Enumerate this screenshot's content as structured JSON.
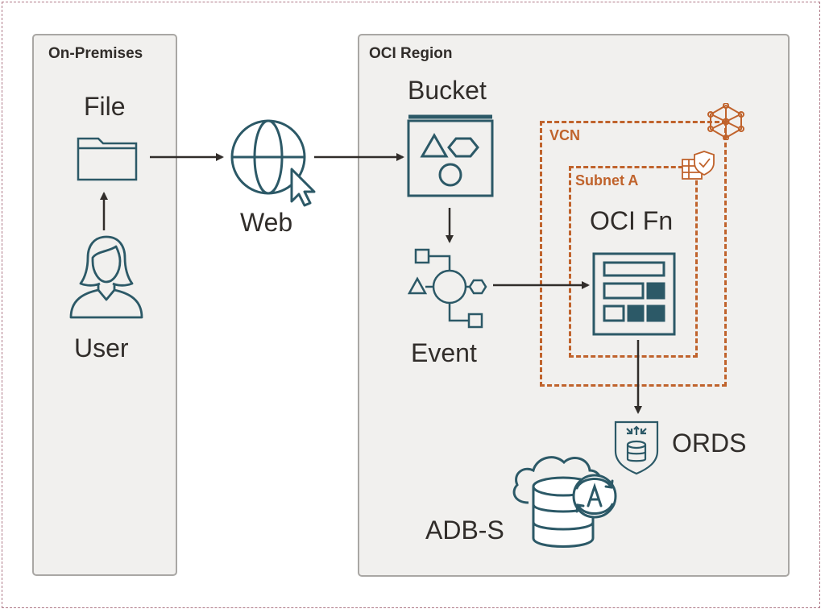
{
  "colors": {
    "icon": "#2c5967",
    "orange": "#c0632c",
    "panel_bg": "#f1f0ee",
    "panel_border": "#a9a7a4",
    "arrow": "#312d2a",
    "outer_border": "#b07a88"
  },
  "panels": {
    "on_premises": "On-Premises",
    "oci_region": "OCI Region"
  },
  "boxes": {
    "vcn": "VCN",
    "subnet": "Subnet A"
  },
  "nodes": {
    "file": {
      "label": "File",
      "icon": "folder-icon"
    },
    "user": {
      "label": "User",
      "icon": "user-icon"
    },
    "web": {
      "label": "Web",
      "icon": "globe-cursor-icon"
    },
    "bucket": {
      "label": "Bucket",
      "icon": "bucket-icon"
    },
    "event": {
      "label": "Event",
      "icon": "event-icon"
    },
    "fn": {
      "label": "OCI Fn",
      "icon": "function-icon"
    },
    "ords": {
      "label": "ORDS",
      "icon": "ords-icon"
    },
    "adb": {
      "label": "ADB-S",
      "icon": "autonomous-database-icon"
    }
  }
}
